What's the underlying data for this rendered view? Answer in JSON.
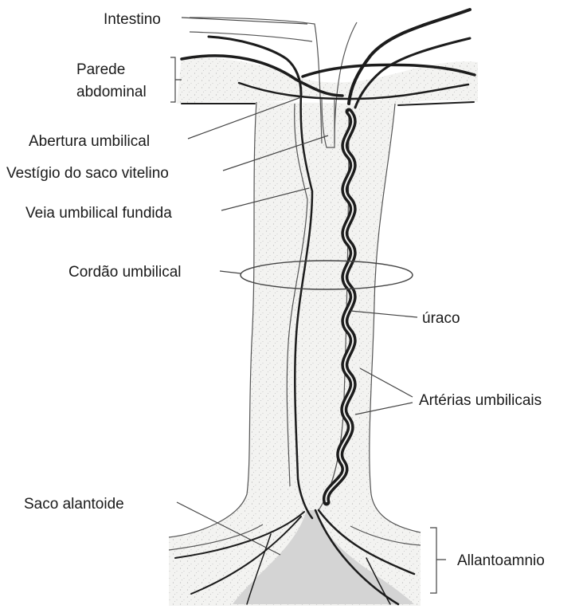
{
  "labels": {
    "intestino": "Intestino",
    "parede_line1": "Parede",
    "parede_line2": "abdominal",
    "abertura": "Abertura umbilical",
    "vestigio": "Vestígio do saco vitelino",
    "veia": "Veia umbilical fundida",
    "cordao": "Cordão umbilical",
    "uraco": "úraco",
    "arterias": "Artérias umbilicais",
    "saco_alantoide": "Saco alantoide",
    "allantoamnio": "Allantoamnio"
  },
  "colors": {
    "tissue_fill": "#f3f3f1",
    "stipple": "#b8b8b8",
    "vessel": "#1c1c1c",
    "allantoic_sac": "#d4d4d4"
  }
}
